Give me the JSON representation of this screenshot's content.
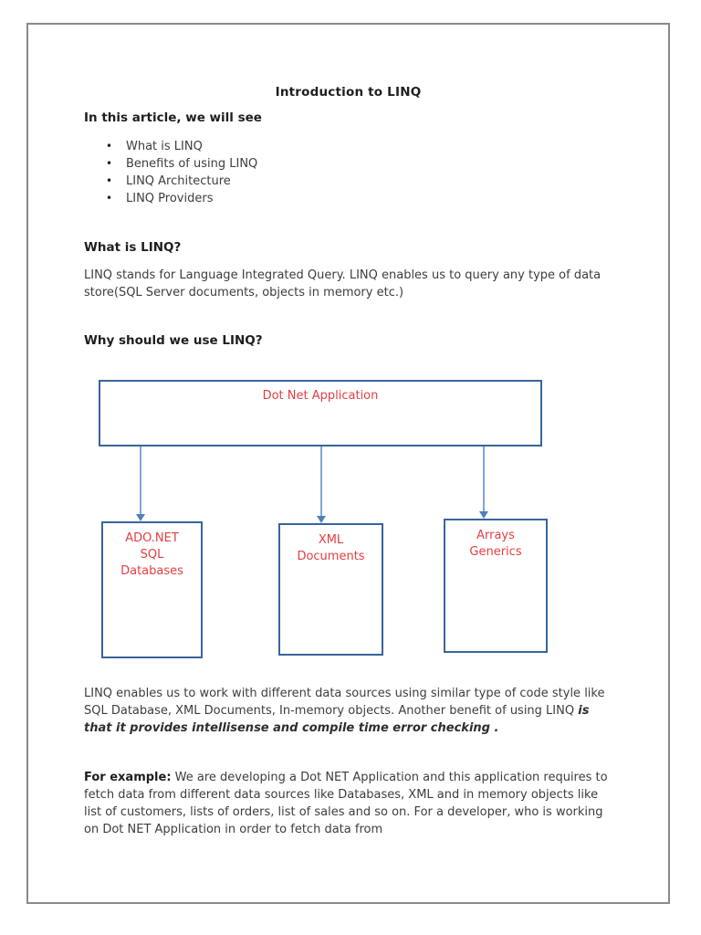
{
  "colors": {
    "accent_red": "#e23e42",
    "box_border_blue": "#3a649b",
    "arrow_blue": "#7da7d8",
    "arrowhead_blue": "#4f81bd",
    "page_border_gray": "#898989",
    "body_text": "#3d3d3d"
  },
  "doc": {
    "title": "Introduction to LINQ",
    "intro_heading": "In this article, we will see",
    "bullets": [
      "What is LINQ",
      "Benefits of using LINQ",
      "LINQ Architecture",
      "LINQ Providers"
    ],
    "bullet_glyph": "•",
    "what_heading": "What is LINQ?",
    "what_body": "LINQ stands for Language Integrated Query. LINQ enables us to query any type of data store(SQL Server documents, objects in memory etc.)",
    "why_heading": "Why should we use LINQ?",
    "benefits_text": "LINQ enables us to work with different data sources using similar type of code style like SQL Database, XML Documents, In-memory objects. Another benefit of using LINQ ",
    "benefits_emphasis": "is that it provides intellisense and compile time error checking .",
    "example_label": "For example:",
    "example_text": " We are developing a Dot NET Application and this application requires to fetch data from different data sources like Databases, XML and in memory objects like list of customers, lists of orders, list of sales and so on. For a developer, who is working on Dot NET Application in order to fetch data from"
  },
  "diagram": {
    "root_label": "Dot Net Application",
    "children": [
      {
        "label": "ADO.NET\nSQL\nDatabases"
      },
      {
        "label": "XML\nDocuments"
      },
      {
        "label": "Arrays\nGenerics"
      }
    ]
  }
}
